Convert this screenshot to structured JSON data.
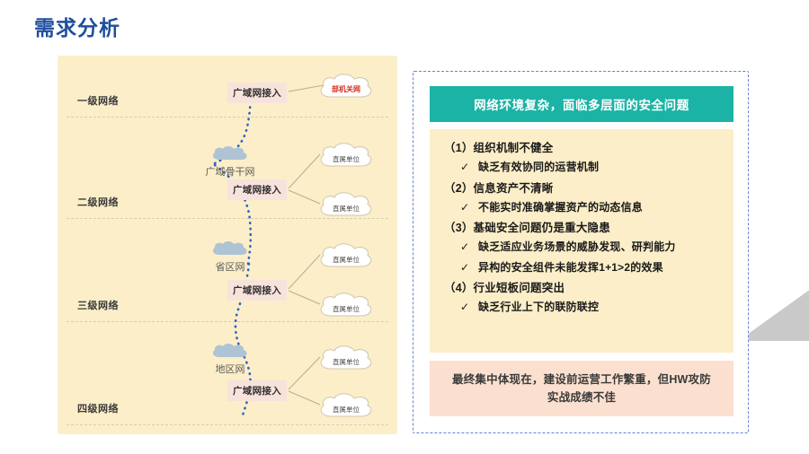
{
  "page": {
    "title": "需求分析",
    "accent_blue": "#1f4e9c",
    "panel_bg": "#fbeec8",
    "teal": "#1bb3a5",
    "pink": "#f8e3dc",
    "summary_bg": "#fbe0cf",
    "dashed_border": "#6b7fd7"
  },
  "diagram": {
    "name": "network-hierarchy-diagram",
    "levels": [
      {
        "label": "一级网络"
      },
      {
        "label": "二级网络"
      },
      {
        "label": "三级网络"
      },
      {
        "label": "四级网络"
      }
    ],
    "backbone_clouds": [
      {
        "label": "广域骨干网"
      },
      {
        "label": "省区网"
      },
      {
        "label": "地区网"
      }
    ],
    "access_boxes": [
      {
        "label": "广域网接入"
      },
      {
        "label": "广域网接入"
      },
      {
        "label": "广域网接入"
      },
      {
        "label": "广域网接入"
      }
    ],
    "endpoint_clouds": [
      {
        "label": "部机关网",
        "highlight": true
      },
      {
        "label": "直属单位",
        "highlight": false
      },
      {
        "label": "直属单位",
        "highlight": false
      },
      {
        "label": "直属单位",
        "highlight": false
      },
      {
        "label": "直属单位",
        "highlight": false
      },
      {
        "label": "直属单位",
        "highlight": false
      },
      {
        "label": "直属单位",
        "highlight": false
      }
    ]
  },
  "issues": {
    "header": "网络环境复杂，面临多层面的安全问题",
    "items": [
      {
        "main": "（1）组织机制不健全",
        "subs": [
          "缺乏有效协同的运营机制"
        ]
      },
      {
        "main": "（2）信息资产不清晰",
        "subs": [
          "不能实时准确掌握资产的动态信息"
        ]
      },
      {
        "main": "（3）基础安全问题仍是重大隐患",
        "subs": [
          "缺乏适应业务场景的威胁发现、研判能力",
          "异构的安全组件未能发挥1+1>2的效果"
        ]
      },
      {
        "main": "（4）行业短板问题突出",
        "subs": [
          "缺乏行业上下的联防联控"
        ]
      }
    ],
    "tick": "✓",
    "summary": "最终集中体现在，建设前运营工作繁重，但HW攻防实战成绩不佳"
  }
}
